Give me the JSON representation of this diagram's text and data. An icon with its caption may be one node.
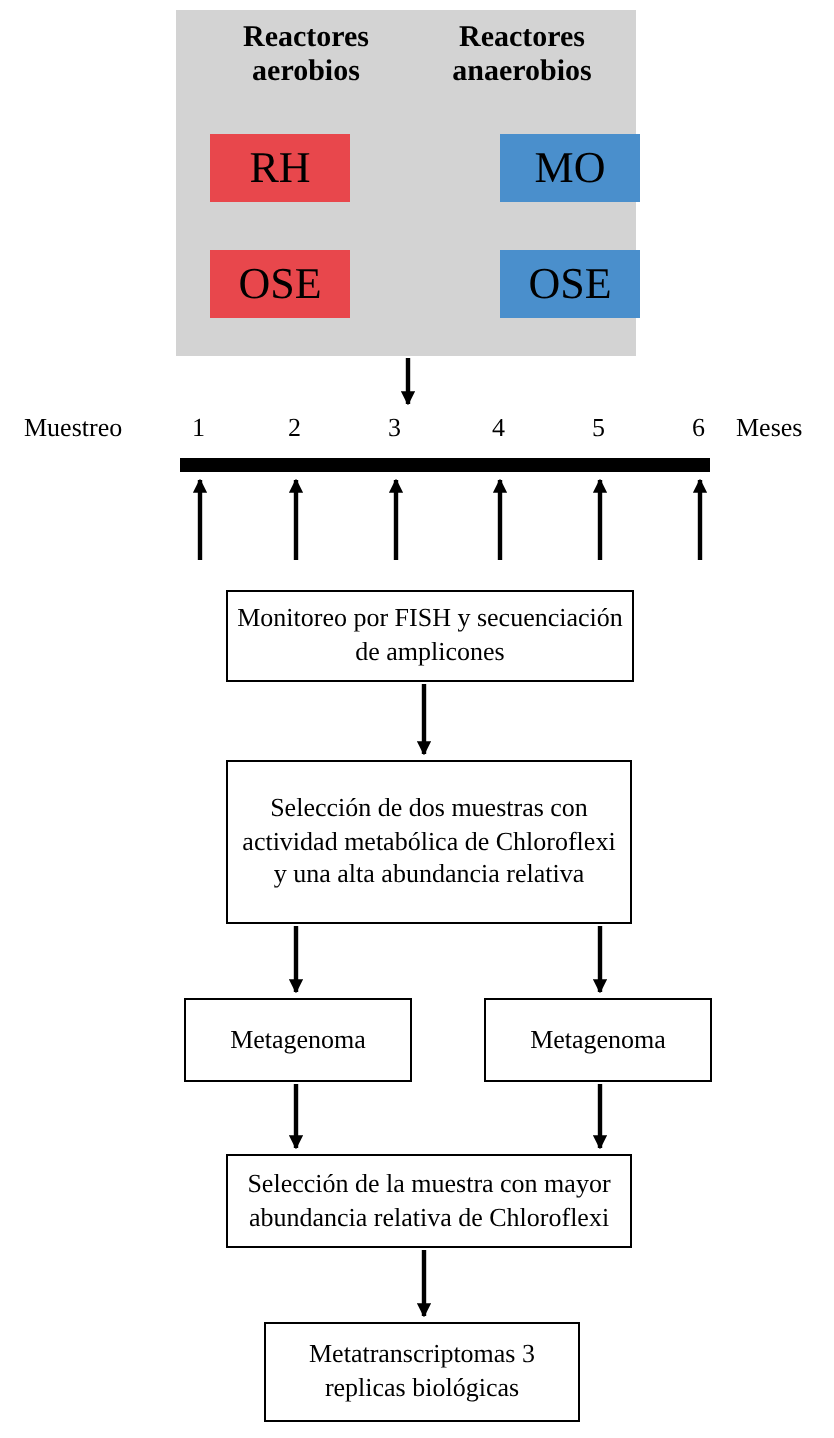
{
  "diagram": {
    "nodes": [
      {
        "text": [
          "Reactores aerobios",
          "Reactores anaerobios"
        ]
      },
      {
        "text": [
          "RH"
        ],
        "in": 0
      },
      {
        "text": [
          "OSE"
        ],
        "in": 0
      },
      {
        "text": [
          "MO"
        ],
        "in": 0
      },
      {
        "text": [
          "OSE"
        ],
        "in": 0
      },
      {
        "text": [],
        "shape": "bar"
      },
      {
        "text": [
          "Monitoreo por FISH y secuenciación de amplicones"
        ]
      },
      {
        "text": [
          "Selección de dos muestras con actividad metabólica de Chloroflexi y una alta abundancia relativa"
        ]
      },
      {
        "text": [
          "Metagenoma"
        ]
      },
      {
        "text": [
          "Metagenoma"
        ]
      },
      {
        "text": [
          "Selección de la muestra con mayor abundancia relativa de Chloroflexi"
        ]
      },
      {
        "text": [
          "Metatranscriptomas 3 replicas biológicas"
        ]
      }
    ],
    "edges": [
      {
        "from": 0,
        "to": 5,
        "arrow": "to"
      },
      {
        "from": null,
        "to": 5,
        "arrow": "to"
      },
      {
        "from": null,
        "to": 5,
        "arrow": "to"
      },
      {
        "from": null,
        "to": 5,
        "arrow": "to"
      },
      {
        "from": null,
        "to": 5,
        "arrow": "to"
      },
      {
        "from": null,
        "to": 5,
        "arrow": "to"
      },
      {
        "from": null,
        "to": 5,
        "arrow": "to"
      },
      {
        "from": 6,
        "to": 7,
        "arrow": "to"
      },
      {
        "from": 7,
        "to": 8,
        "arrow": "to"
      },
      {
        "from": 7,
        "to": 9,
        "arrow": "to"
      },
      {
        "from": 8,
        "to": 10,
        "arrow": "to"
      },
      {
        "from": 9,
        "to": 10,
        "arrow": "to"
      },
      {
        "from": 10,
        "to": 11,
        "arrow": "to"
      }
    ],
    "labels": [
      "Muestreo",
      "1",
      "2",
      "3",
      "4",
      "5",
      "6",
      "Meses"
    ]
  }
}
